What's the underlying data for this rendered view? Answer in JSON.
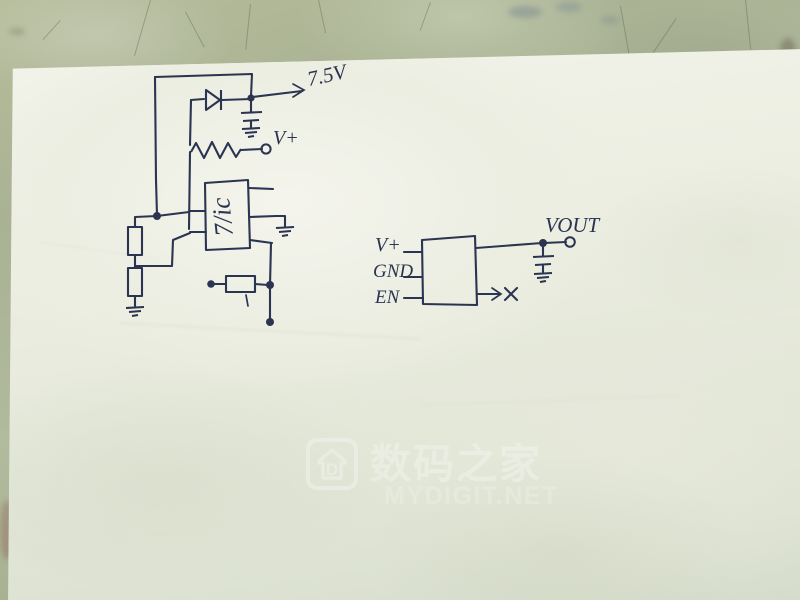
{
  "scene": {
    "kind": "photo-of-handdrawn-schematic",
    "surface_color": "#adb694",
    "paper_color": "#eef0e5",
    "ink_color": "#2b3450"
  },
  "schematic": {
    "left_circuit": {
      "title_part_label": "7/ic",
      "labels": {
        "supply_rail": "7.5V",
        "vplus_terminal": "V+"
      },
      "components": [
        {
          "name": "diode",
          "type": "diode"
        },
        {
          "name": "filter-capacitor",
          "type": "capacitor"
        },
        {
          "name": "series-resistor",
          "type": "resistor"
        },
        {
          "name": "regulator-ic",
          "type": "ic-box"
        },
        {
          "name": "divider-resistor-upper",
          "type": "resistor"
        },
        {
          "name": "divider-resistor-lower",
          "type": "resistor"
        },
        {
          "name": "feedback-resistor",
          "type": "resistor"
        },
        {
          "name": "ground-left",
          "type": "ground"
        },
        {
          "name": "ground-center",
          "type": "ground"
        },
        {
          "name": "ground-right",
          "type": "ground"
        }
      ]
    },
    "right_circuit": {
      "pin_labels": [
        "V+",
        "GND",
        "EN"
      ],
      "output_label": "VOUT",
      "unused_pin_mark": "X",
      "components": [
        {
          "name": "module-box",
          "type": "ic-box"
        },
        {
          "name": "output-capacitor",
          "type": "capacitor"
        },
        {
          "name": "output-terminal",
          "type": "terminal"
        }
      ]
    }
  },
  "watermark": {
    "cn_text": "数码之家",
    "en_text": "MYDIGIT.NET",
    "logo_glyph": "D"
  }
}
